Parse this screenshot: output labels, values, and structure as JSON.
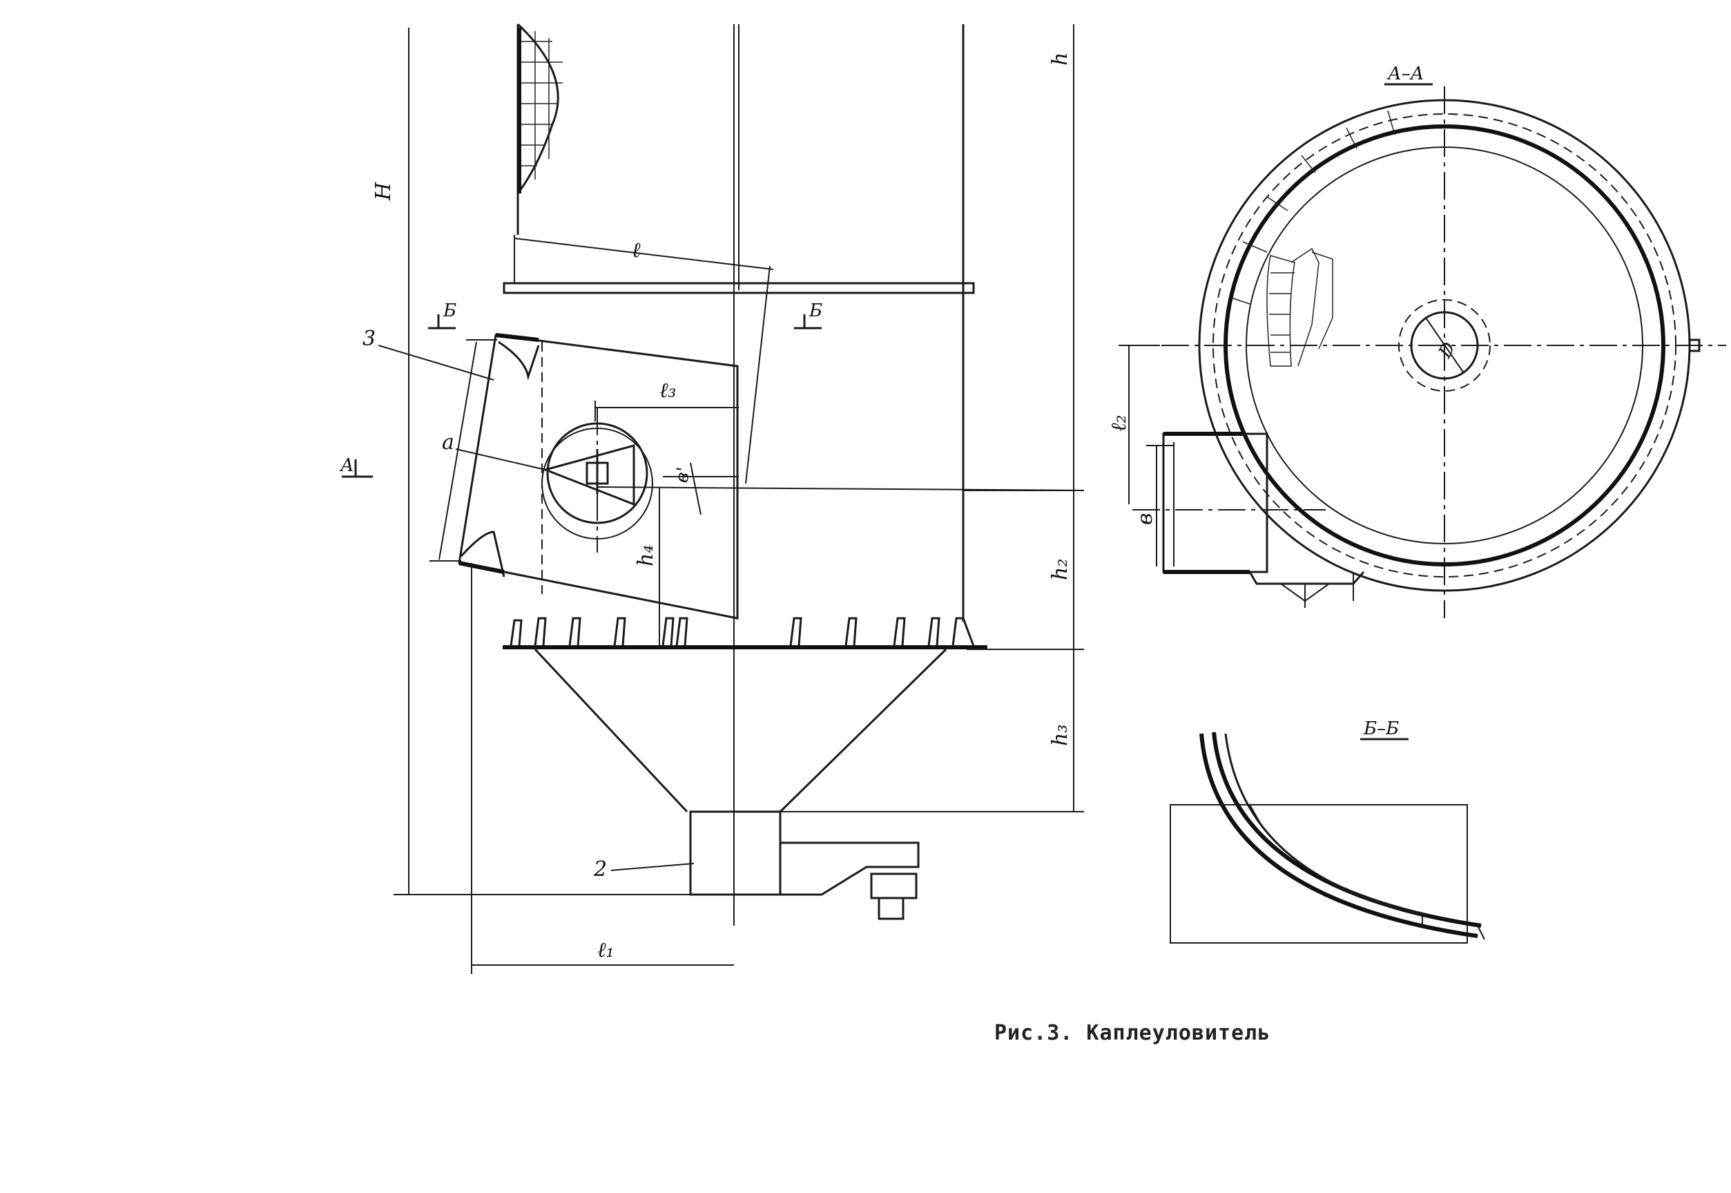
{
  "caption": "Рис.3. Каплеуловитель",
  "labels": {
    "H": "H",
    "h": "h",
    "h2": "h₂",
    "h3": "h₃",
    "h4": "h₄",
    "l": "ℓ",
    "l1": "ℓ₁",
    "l2": "ℓ₂",
    "l3": "ℓ₃",
    "a": "a",
    "b": "в",
    "b_small": "в'",
    "d": "D",
    "pos3": "3",
    "pos2": "2"
  },
  "sections": {
    "aa_title": "А–А",
    "bb_title": "Б–Б",
    "cut_a": "А",
    "cut_b_left": "Б",
    "cut_b_right": "Б"
  }
}
